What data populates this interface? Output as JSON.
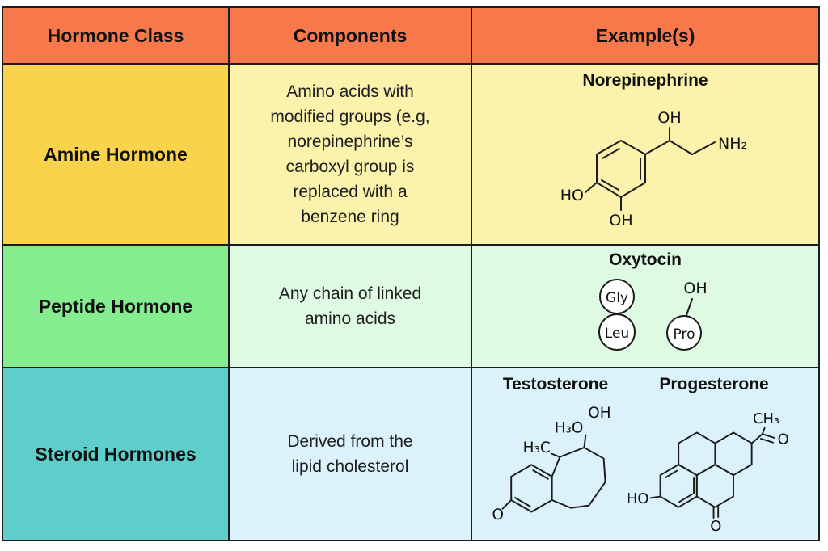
{
  "table": {
    "headers": [
      "Hormone Class",
      "Components",
      "Example(s)"
    ],
    "rows": [
      {
        "label": "Amine Hormone",
        "components": "Amino acids with modified groups (e.g, norepinephrine’s carboxyl group is replaced with a benzene ring"
      },
      {
        "label": "Peptide Hormone",
        "components": "Any chain of linked amino acids"
      },
      {
        "label": "Steroid Hormones",
        "components": "Derived from the lipid cholesterol"
      }
    ]
  },
  "molecules": {
    "norepinephrine": {
      "title": "Norepinephrine",
      "oh_top": "OH",
      "nh2": "NH₂",
      "ho": "HO",
      "oh_bottom": "OH"
    },
    "oxytocin": {
      "title": "Oxytocin",
      "gly": "Gly",
      "leu": "Leu",
      "pro": "Pro",
      "oh": "OH"
    },
    "testosterone": {
      "title": "Testosterone",
      "oh": "OH",
      "h3o": "H₃O",
      "h3c": "H₃C",
      "o": "O"
    },
    "progesterone": {
      "title": "Progesterone",
      "ch3": "CH₃",
      "o_right": "O",
      "ho": "HO",
      "o_bottom": "O"
    }
  },
  "colors": {
    "header_bg": "#F7794B",
    "amine_label_bg": "#F8D34B",
    "amine_content_bg": "#FBF2AB",
    "peptide_label_bg": "#86EC90",
    "peptide_content_bg": "#DFFAE2",
    "steroid_label_bg": "#5FCDC9",
    "steroid_content_bg": "#DBF2FA",
    "border": "#1c1c1c"
  }
}
